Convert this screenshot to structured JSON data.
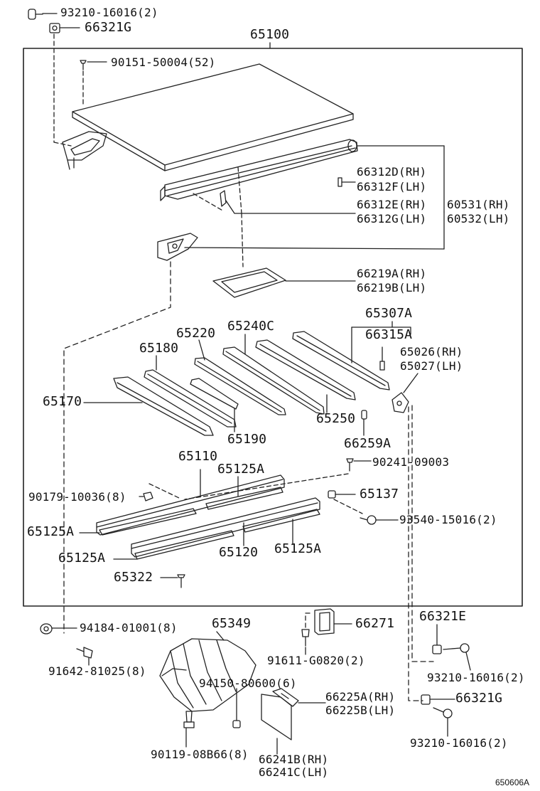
{
  "callouts": {
    "bolt_top": "93210-16016(2)",
    "nut_top": "66321G",
    "assembly": "65100",
    "screw_floor": "90151-50004(52)",
    "plate_66312d": "66312D(RH)",
    "plate_66312f": "66312F(LH)",
    "plate_66312e": "66312E(RH)",
    "plate_66312g": "66312G(LH)",
    "bracket_60531": "60531(RH)",
    "bracket_60532": "60532(LH)",
    "frame_66219a": "66219A(RH)",
    "frame_66219b": "66219B(LH)",
    "sill_65307a": "65307A",
    "sill_65240c": "65240C",
    "sill_65220": "65220",
    "plate_66315a": "66315A",
    "sill_65180": "65180",
    "bracket_65026": "65026(RH)",
    "bracket_65027": "65027(LH)",
    "sill_65170": "65170",
    "sill_65250": "65250",
    "sill_65190": "65190",
    "pin_66259a": "66259A",
    "sill_65110": "65110",
    "bolt_90241": "90241-09003",
    "strip_65125a_1": "65125A",
    "clip_90179": "90179-10036(8)",
    "nut_65137": "65137",
    "strip_65125a_2": "65125A",
    "bolt_93540": "93540-15016(2)",
    "sill_65120": "65120",
    "strip_65125a_3": "65125A",
    "strip_65125a_4": "65125A",
    "screw_65322": "65322",
    "nut_94184": "94184-01001(8)",
    "mudguard_65349": "65349",
    "cover_66271": "66271",
    "nut_66321e": "66321E",
    "bolt_91642": "91642-81025(8)",
    "bolt_91611": "91611-G0820(2)",
    "bolt_93210_b": "93210-16016(2)",
    "nut_94150": "94150-80600(6)",
    "bracket_66225a": "66225A(RH)",
    "bracket_66225b": "66225B(LH)",
    "nut_66321g_b": "66321G",
    "bolt_90119": "90119-08B66(8)",
    "bolt_93210_c": "93210-16016(2)",
    "flap_66241b": "66241B(RH)",
    "flap_66241c": "66241C(LH)"
  },
  "footer": {
    "figure_ref": "650606A"
  }
}
